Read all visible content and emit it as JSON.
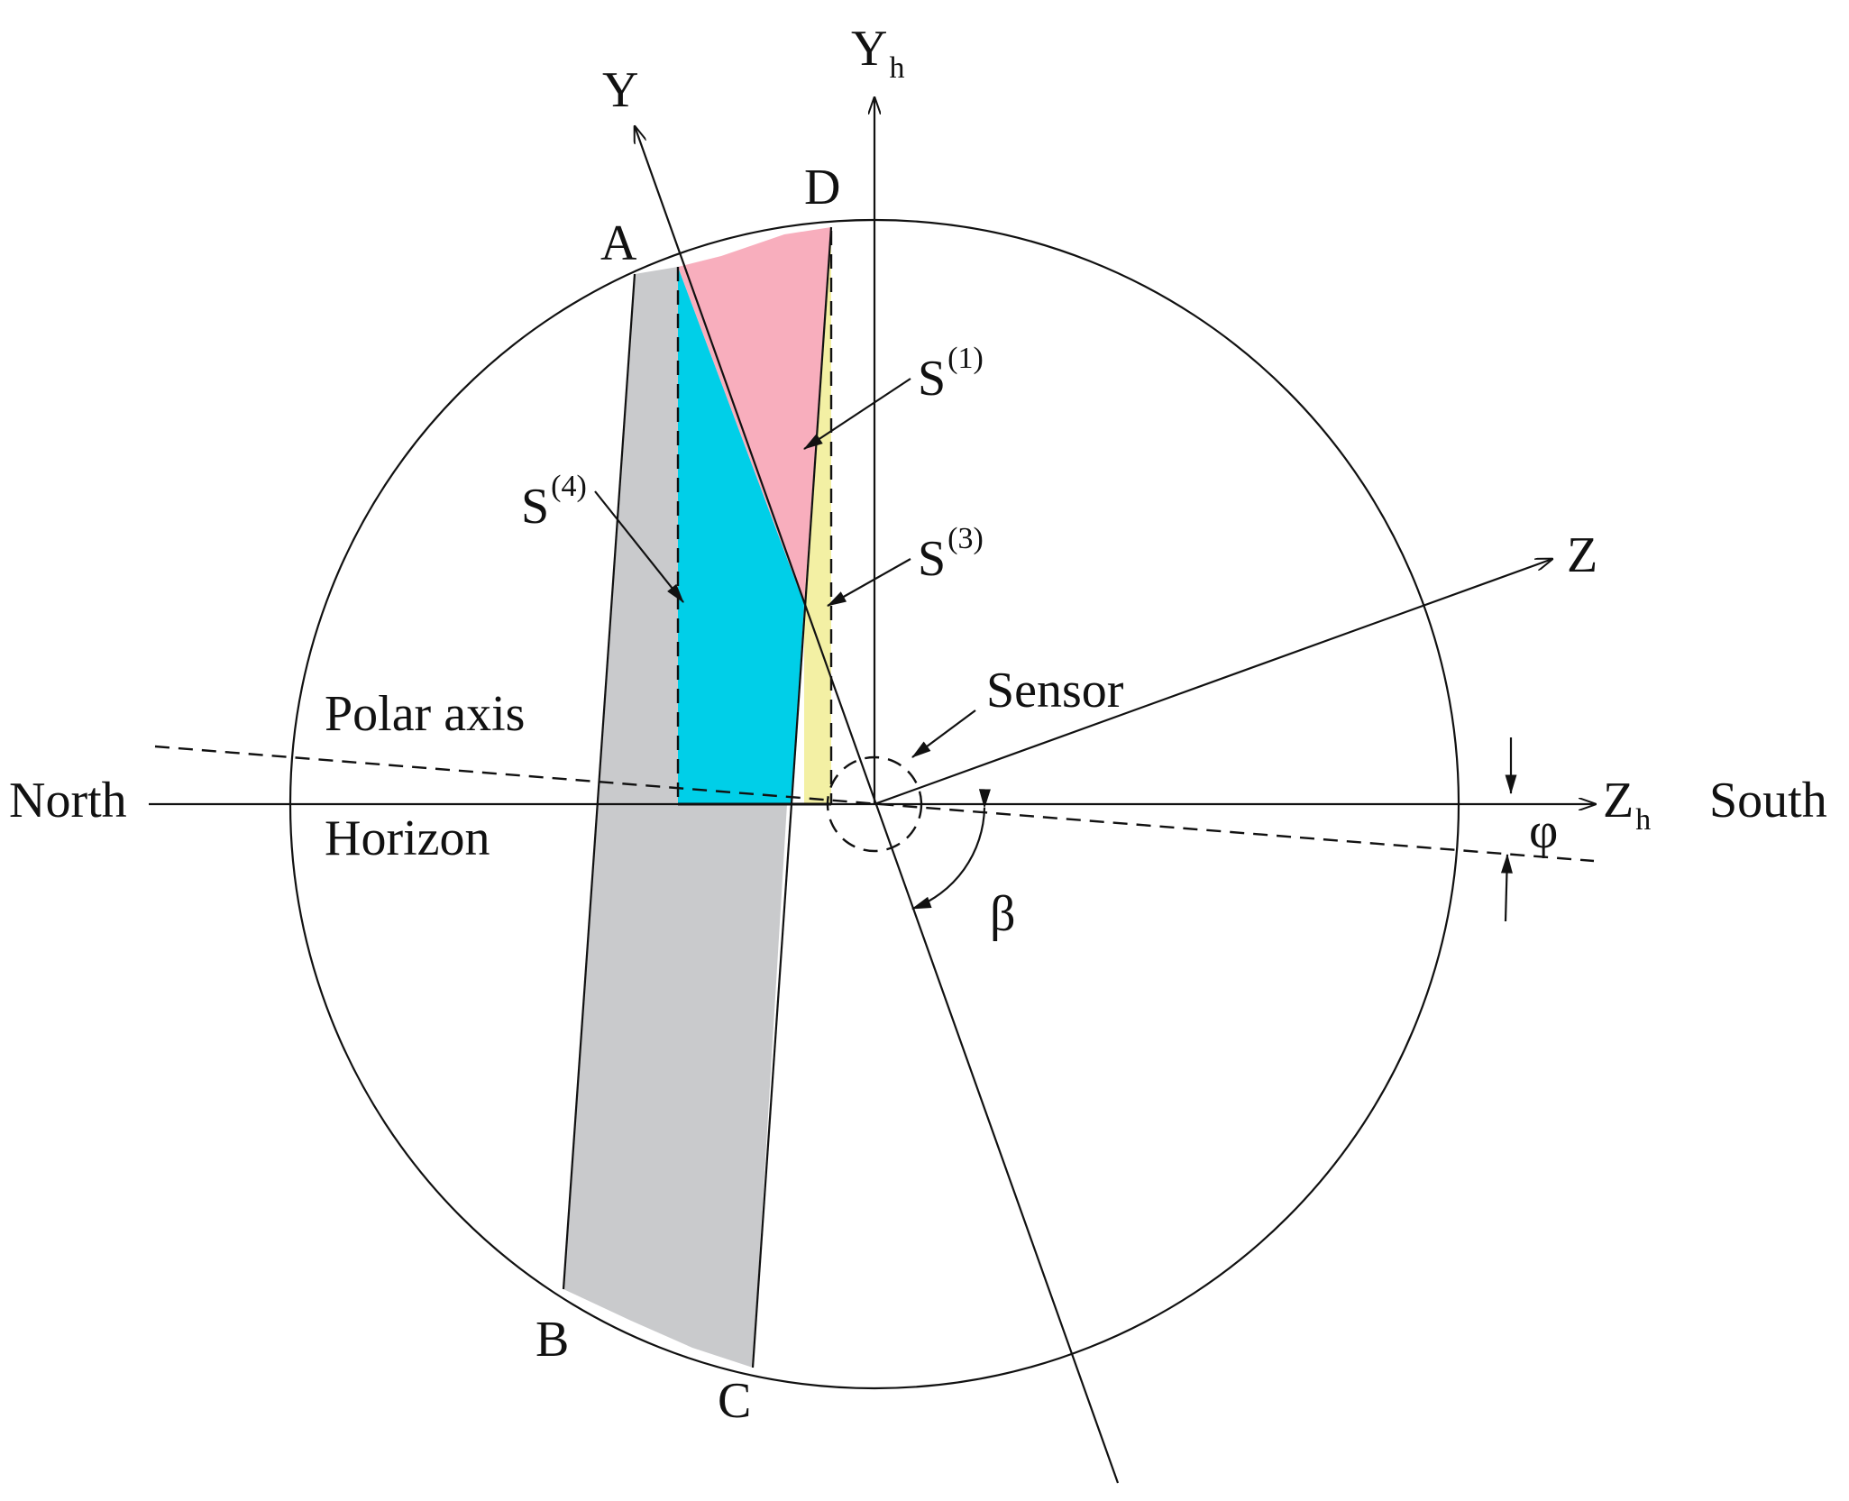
{
  "labels": {
    "y_axis": "Y",
    "yh_axis": "Y",
    "yh_sub": "h",
    "z_axis": "Z",
    "zh_axis": "Z",
    "zh_sub": "h",
    "south": "South",
    "north": "North",
    "point_a": "A",
    "point_b": "B",
    "point_c": "C",
    "point_d": "D",
    "s1": "S",
    "s1_sup": "(1)",
    "s3": "S",
    "s3_sup": "(3)",
    "s4": "S",
    "s4_sup": "(4)",
    "sensor": "Sensor",
    "polar_axis": "Polar axis",
    "horizon": "Horizon",
    "beta": "β",
    "phi": "φ"
  },
  "colors": {
    "pink_region": "#f8aebd",
    "cyan_region": "#00cfe8",
    "yellow_region": "#f3f0a4",
    "gray_region": "#c9cacc",
    "line": "#111111"
  }
}
